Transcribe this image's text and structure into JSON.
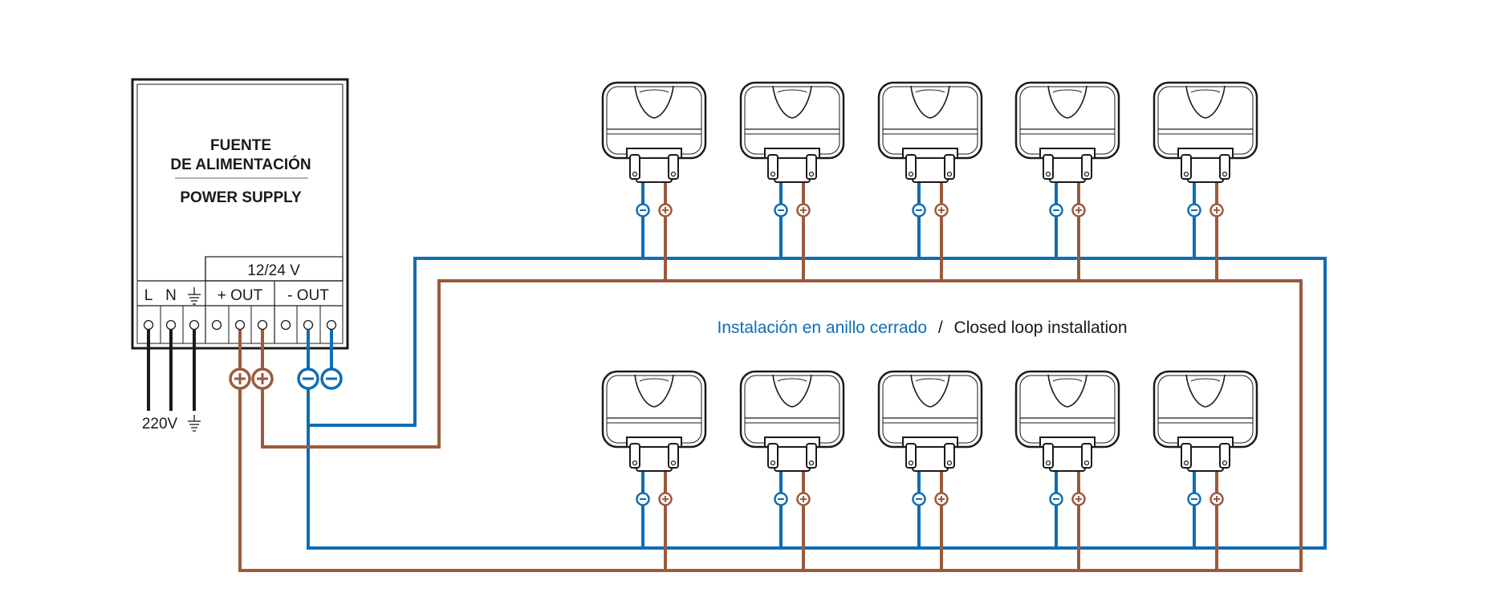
{
  "power_supply": {
    "title_line1": "FUENTE",
    "title_line2": "DE ALIMENTACIÓN",
    "title_line3": "POWER SUPPLY",
    "voltage": "12/24 V",
    "terminal_L": "L",
    "terminal_N": "N",
    "out_plus": "+ OUT",
    "out_minus": "- OUT"
  },
  "input": {
    "voltage": "220V"
  },
  "caption": {
    "spanish": "Instalación en anillo cerrado",
    "separator": "/",
    "english": "Closed loop installation"
  },
  "fixtures": {
    "top_row_count": 5,
    "bottom_row_count": 5
  },
  "colors": {
    "negative_wire": "#0f6db3",
    "positive_wire": "#9b5a3c",
    "outline": "#1a1a1a"
  }
}
